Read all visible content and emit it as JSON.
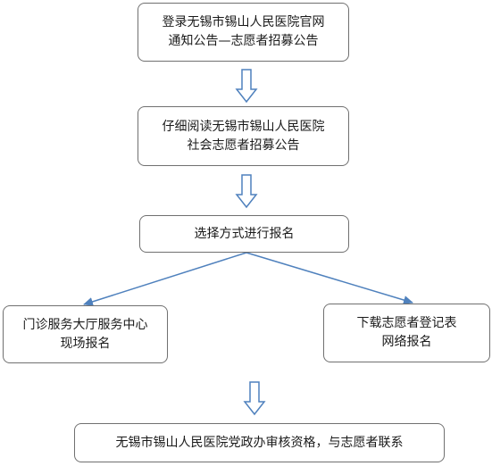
{
  "flowchart": {
    "steps": [
      {
        "id": "step-login",
        "lines": [
          "登录无锡市锡山人民医院官网",
          "通知公告—志愿者招募公告"
        ]
      },
      {
        "id": "step-read",
        "lines": [
          "仔细阅读无锡市锡山人民医院",
          "社会志愿者招募公告"
        ]
      },
      {
        "id": "step-choose",
        "lines": [
          "选择方式进行报名"
        ]
      },
      {
        "id": "step-onsite",
        "lines": [
          "门诊服务大厅服务中心",
          "现场报名"
        ]
      },
      {
        "id": "step-online",
        "lines": [
          "下载志愿者登记表",
          "网络报名"
        ]
      },
      {
        "id": "step-review",
        "lines": [
          "无锡市锡山人民医院党政办审核资格，与志愿者联系"
        ]
      }
    ],
    "colors": {
      "box_border": "#707070",
      "text": "#1a1a1a",
      "block_arrow_stroke": "#4f81bd",
      "connector": "#4f81bd"
    }
  }
}
